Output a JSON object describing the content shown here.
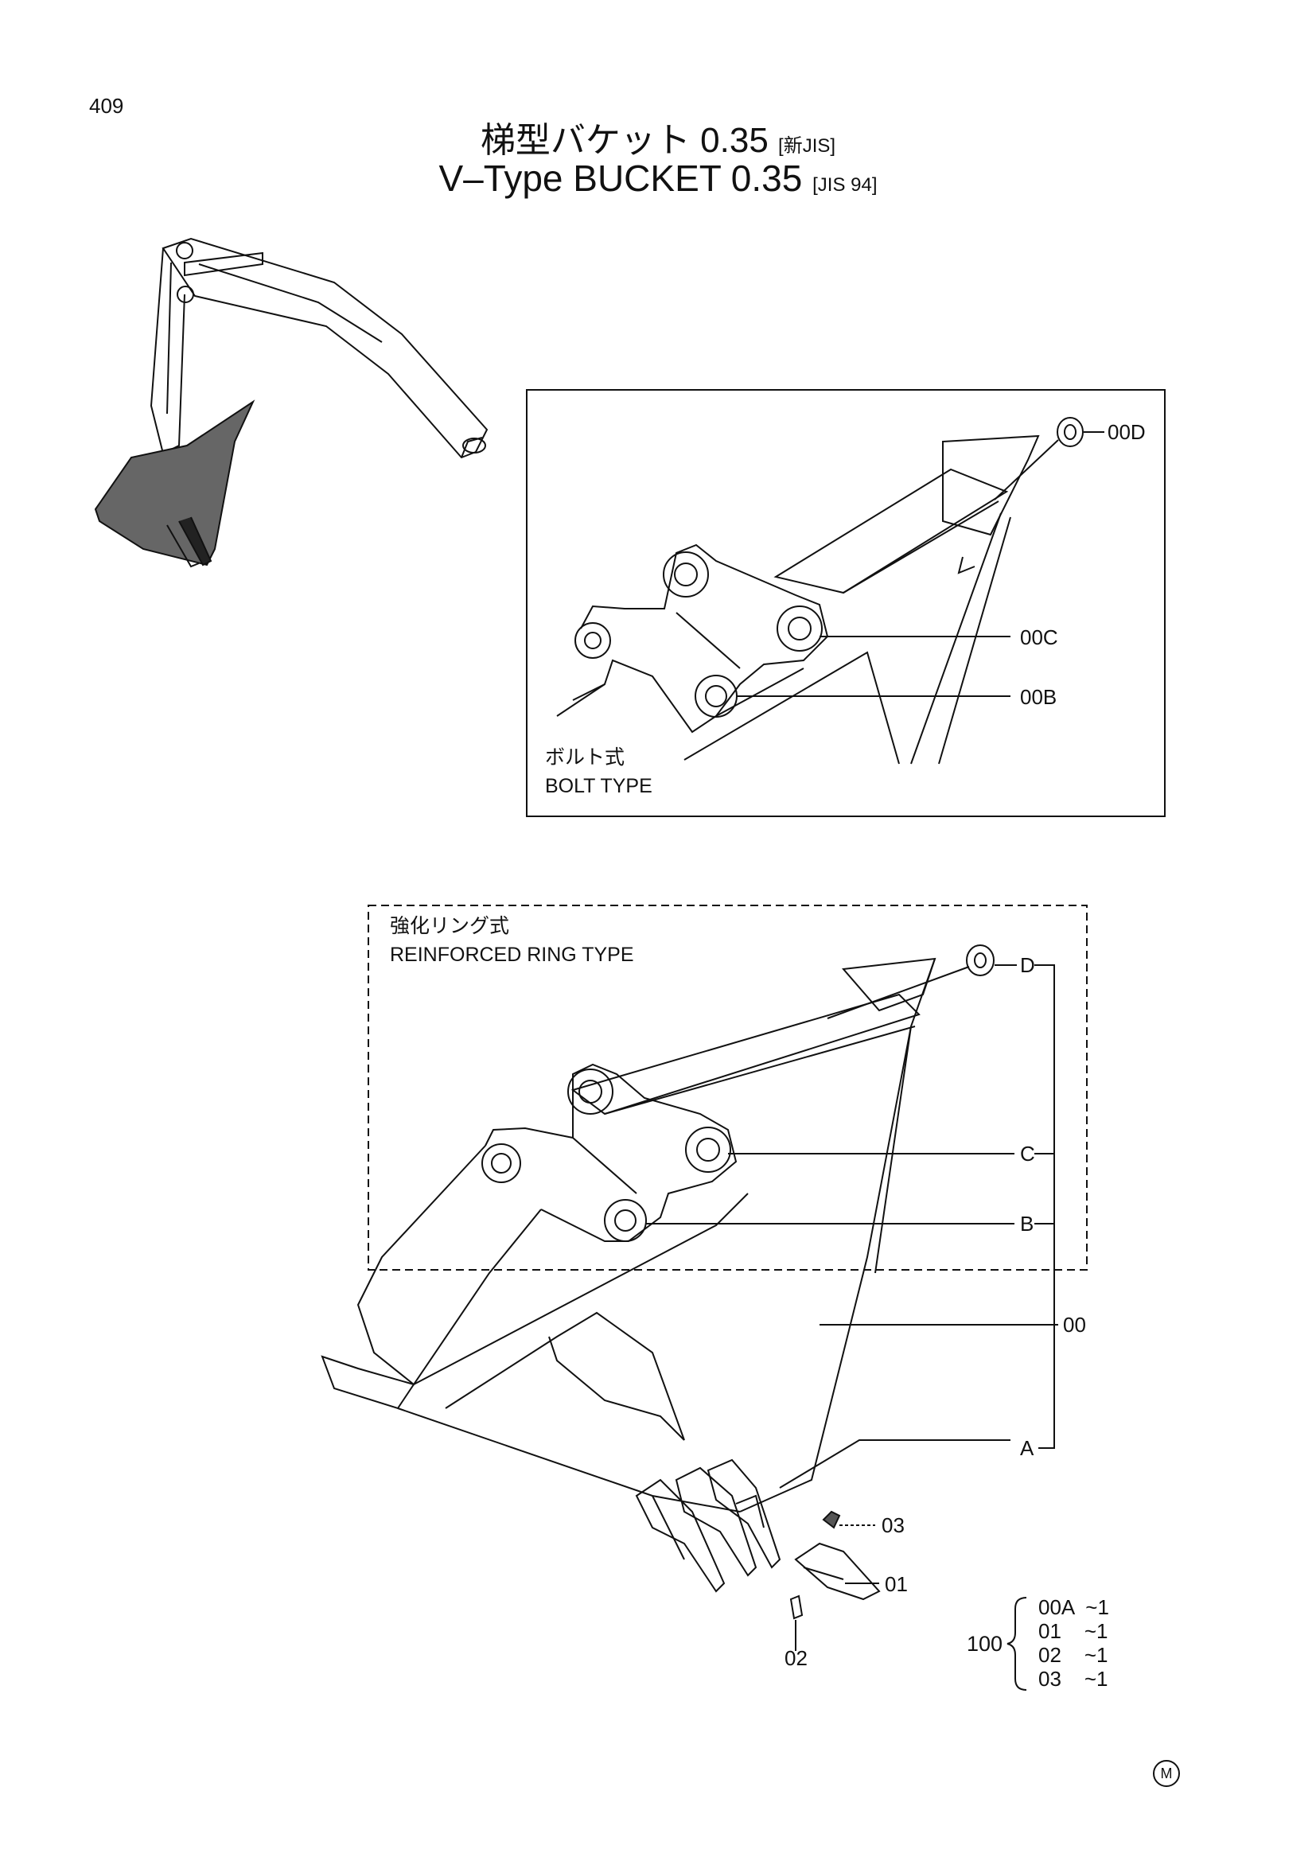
{
  "page_number": "409",
  "title": {
    "jp_main": "梯型バケット 0.35",
    "jp_tag": "[新JIS]",
    "en_main": "V–Type  BUCKET  0.35",
    "en_tag": "[JIS 94]"
  },
  "bolt_box": {
    "label_jp": "ボルト式",
    "label_en": "BOLT TYPE",
    "callouts": [
      "00D",
      "00C",
      "00B"
    ]
  },
  "ring_box": {
    "label_jp": "強化リング式",
    "label_en": "REINFORCED RING TYPE",
    "callouts": [
      "D",
      "C",
      "B"
    ]
  },
  "main_callouts": [
    "00",
    "A",
    "03",
    "01",
    "02"
  ],
  "kit": {
    "number": "100",
    "items": [
      "00A  ~1",
      "01    ~1",
      "02    ~1",
      "03    ~1"
    ]
  },
  "mark": "M"
}
